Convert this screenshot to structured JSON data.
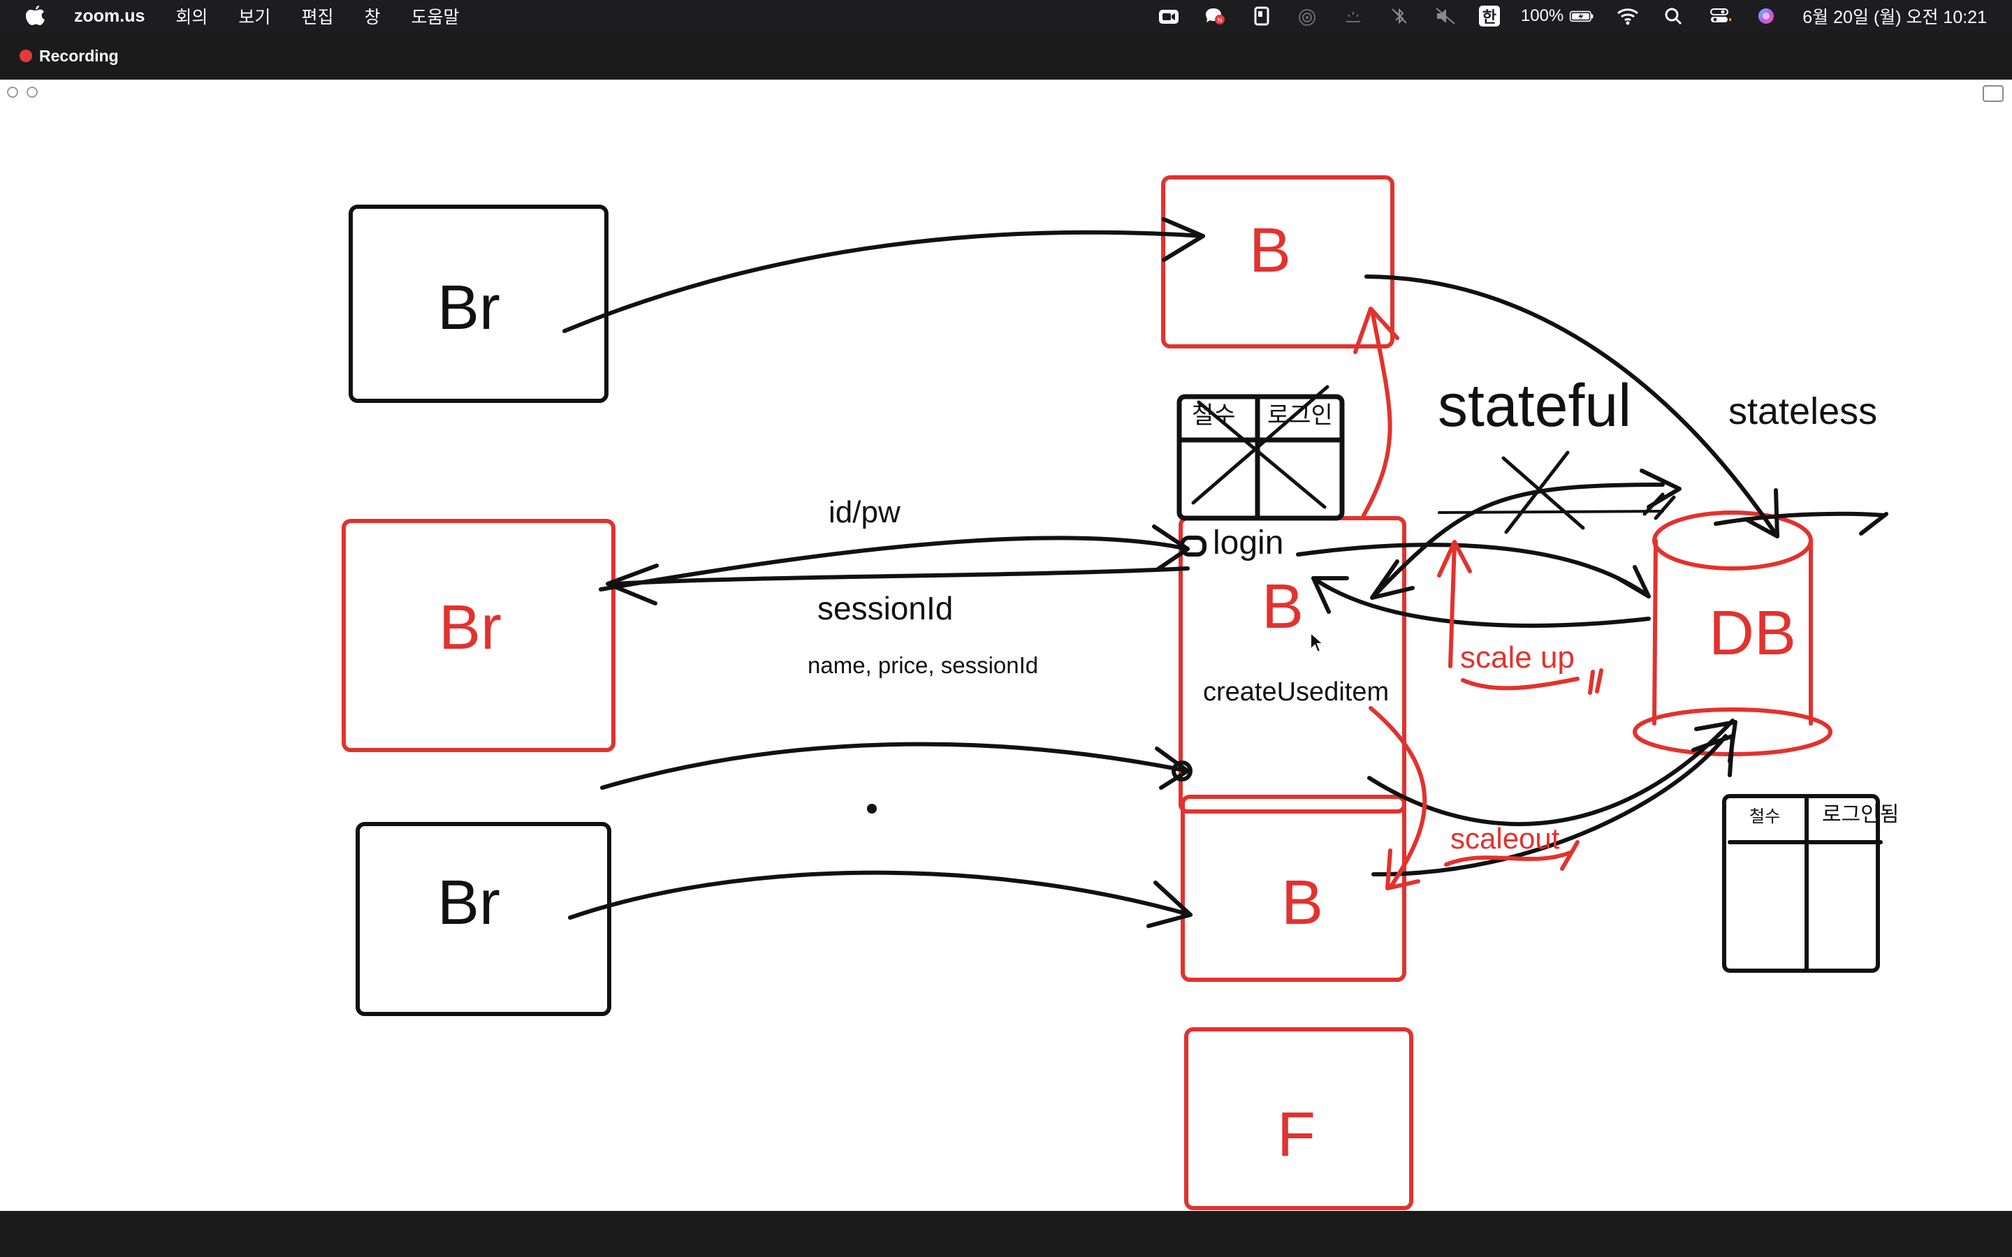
{
  "menubar": {
    "app_name": "zoom.us",
    "menus": [
      "회의",
      "보기",
      "편집",
      "창",
      "도움말"
    ],
    "ime": "한",
    "battery": "100%",
    "clock": "6월 20일 (월) 오전 10:21"
  },
  "recording": {
    "label": "Recording"
  },
  "icons": {
    "apple": "apple-icon",
    "status": [
      "zoom-video-icon",
      "chat-icon",
      "document-icon",
      "airdrop-icon",
      "brightness-icon",
      "bluetooth-off-icon",
      "mute-icon"
    ],
    "battery": "battery-charging-icon",
    "wifi": "wifi-icon",
    "search": "spotlight-search-icon",
    "control": "control-center-icon",
    "siri": "siri-icon"
  },
  "colors": {
    "ink_black": "#111111",
    "ink_red": "#e2322e",
    "menubar": "#1d1d1f"
  },
  "whiteboard": {
    "browser_label": "Br",
    "backend_label": "B",
    "frontend_label": "F",
    "db_label": "DB",
    "table_crossed": {
      "col1": "철수",
      "col2": "로그인"
    },
    "table_new": {
      "col1": "철수",
      "col2": "로그인됨"
    },
    "id_pw": "id/pw",
    "session_id": "sessionId",
    "name_price": "name, price, sessionId",
    "login": "login",
    "create_item": "createUseditem",
    "stateful": "stateful",
    "stateless": "stateless",
    "scale_up": "scale up",
    "scale_out": "scaleout"
  }
}
